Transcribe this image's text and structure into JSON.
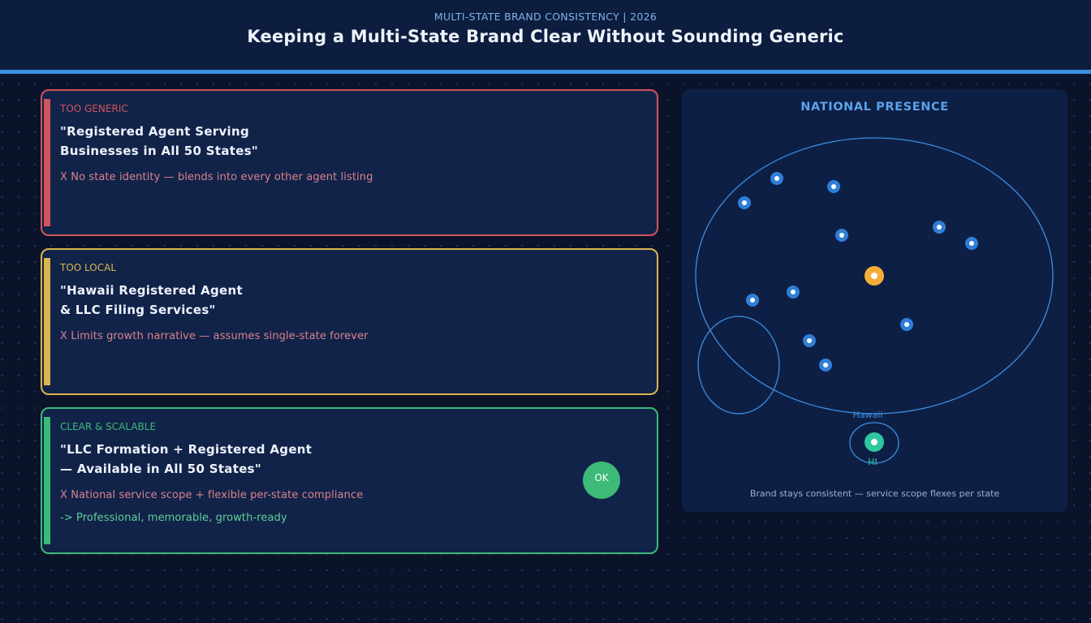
{
  "header": {
    "kicker": "MULTI-STATE BRAND CONSISTENCY  |  2026",
    "title": "Keeping a Multi-State Brand Clear Without Sounding Generic"
  },
  "cards": [
    {
      "tag": "TOO GENERIC",
      "quote_line1": "\"Registered Agent Serving",
      "quote_line2": "Businesses in All 50 States\"",
      "note": "X  No state identity — blends into every other agent listing",
      "color": "#d0545c"
    },
    {
      "tag": "TOO LOCAL",
      "quote_line1": "\"Hawaii Registered Agent",
      "quote_line2": "& LLC Filing Services\"",
      "note": "X  Limits growth narrative — assumes single-state forever",
      "color": "#d9b54c"
    },
    {
      "tag": "CLEAR & SCALABLE",
      "quote_line1": "\"LLC Formation + Registered Agent",
      "quote_line2": "— Available in All 50 States\"",
      "note": "X  National service scope + flexible per-state compliance",
      "note2": "->  Professional, memorable, growth-ready",
      "badge": "OK",
      "color": "#3dba77"
    }
  ],
  "panel": {
    "title": "NATIONAL PRESENCE",
    "hawaii_label": "Hawaii",
    "hi_label": "HI",
    "caption": "Brand stays consistent — service scope flexes per state",
    "colors": {
      "outline": "#3b8fe0",
      "state_marker": "#2f7fd9",
      "hq_marker": "#f5ad3a",
      "hawaii_marker": "#2fc79b"
    }
  }
}
